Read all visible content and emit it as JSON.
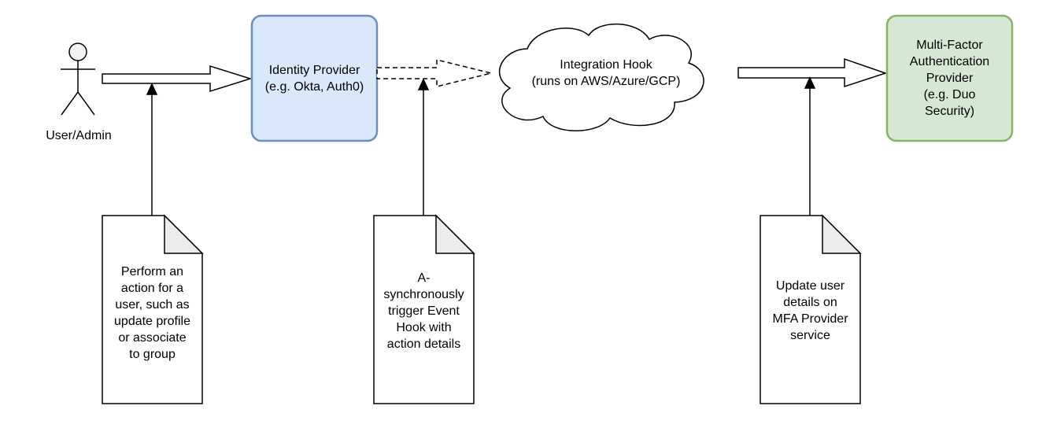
{
  "actor": {
    "label": "User/Admin"
  },
  "identity_provider": {
    "line1": "Identity Provider",
    "line2": "(e.g. Okta, Auth0)"
  },
  "integration_hook": {
    "line1": "Integration Hook",
    "line2": "(runs on AWS/Azure/GCP)"
  },
  "mfa_provider": {
    "line1": "Multi-Factor",
    "line2": "Authentication",
    "line3": "Provider",
    "line4": "(e.g. Duo",
    "line5": "Security)"
  },
  "notes": {
    "note1": [
      "Perform an",
      "action for a",
      "user, such as",
      "update profile",
      "or associate",
      "to group"
    ],
    "note2": [
      "A-",
      "synchronously",
      "trigger Event",
      "Hook with",
      "action details"
    ],
    "note3": [
      "Update user",
      "details on",
      "MFA Provider",
      "service"
    ]
  },
  "colors": {
    "idp_fill": "#dae8fc",
    "idp_stroke": "#6c8ebf",
    "mfa_fill": "#d5e8d4",
    "mfa_stroke": "#82b366",
    "note_fold": "#ebebeb"
  }
}
